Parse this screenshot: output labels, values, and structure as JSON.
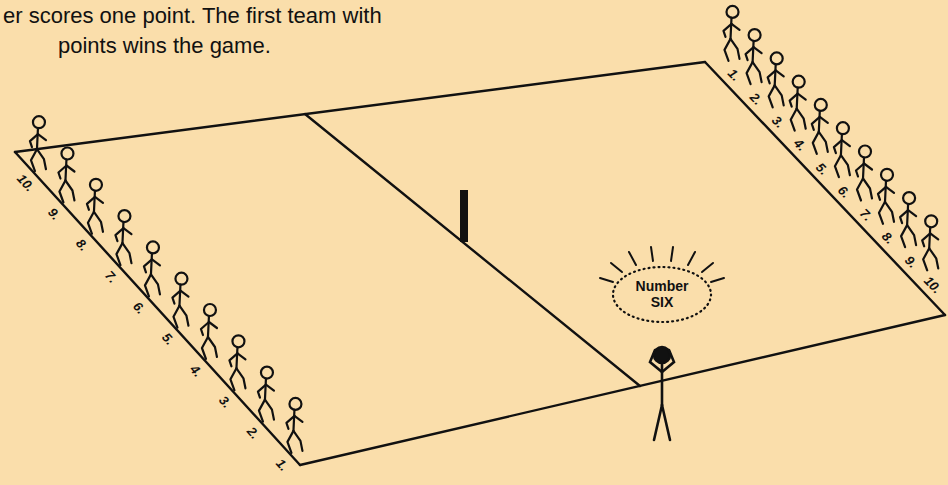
{
  "diagram": {
    "nodes": [
      {
        "text": [
          "Number SIX"
        ]
      }
    ],
    "labels": [
      "er scores one point. The first team with",
      "points wins the game.",
      "1.",
      "2.",
      "3.",
      "4.",
      "5.",
      "6.",
      "7.",
      "8.",
      "9.",
      "10.",
      "10.",
      "9.",
      "8.",
      "7.",
      "6.",
      "5.",
      "4.",
      "3.",
      "2.",
      "1."
    ]
  }
}
